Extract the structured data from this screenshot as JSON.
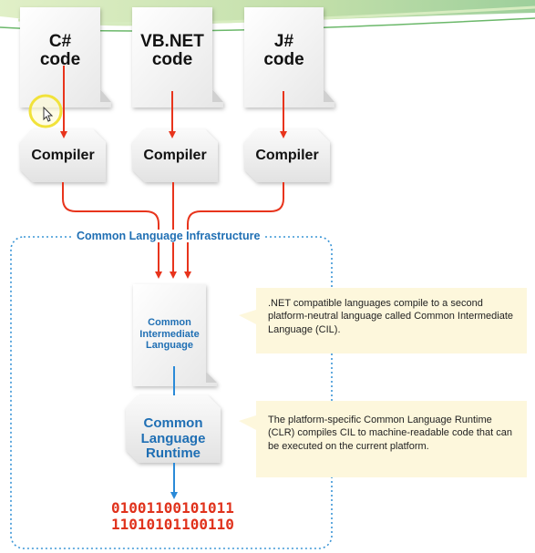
{
  "sources": [
    {
      "lang": "C#",
      "suffix": "code"
    },
    {
      "lang": "VB.NET",
      "suffix": "code"
    },
    {
      "lang": "J#",
      "suffix": "code"
    }
  ],
  "compiler_label": "Compiler",
  "cli_title": "Common Language Infrastructure",
  "cil": {
    "line1": "Common",
    "line2": "Intermediate",
    "line3": "Language"
  },
  "clr": {
    "line1": "Common",
    "line2": "Language",
    "line3": "Runtime"
  },
  "notes": {
    "cil": ".NET compatible languages compile to a second platform-neutral language called Common Intermediate Language (CIL).",
    "clr": "The platform-specific Common Language Runtime (CLR) compiles CIL to machine-readable code that can be executed on the current platform."
  },
  "binary": {
    "line1": "01001100101011",
    "line2": "11010101100110"
  },
  "colors": {
    "red_arrow": "#e8341c",
    "blue_arrow": "#2a8ad8",
    "cli_border": "#3a95d6",
    "note_bg": "#fdf7dc",
    "banner_green": "#9ccc6a",
    "cursor_ring": "#f1e23a"
  },
  "icons": [
    "cursor-icon"
  ]
}
